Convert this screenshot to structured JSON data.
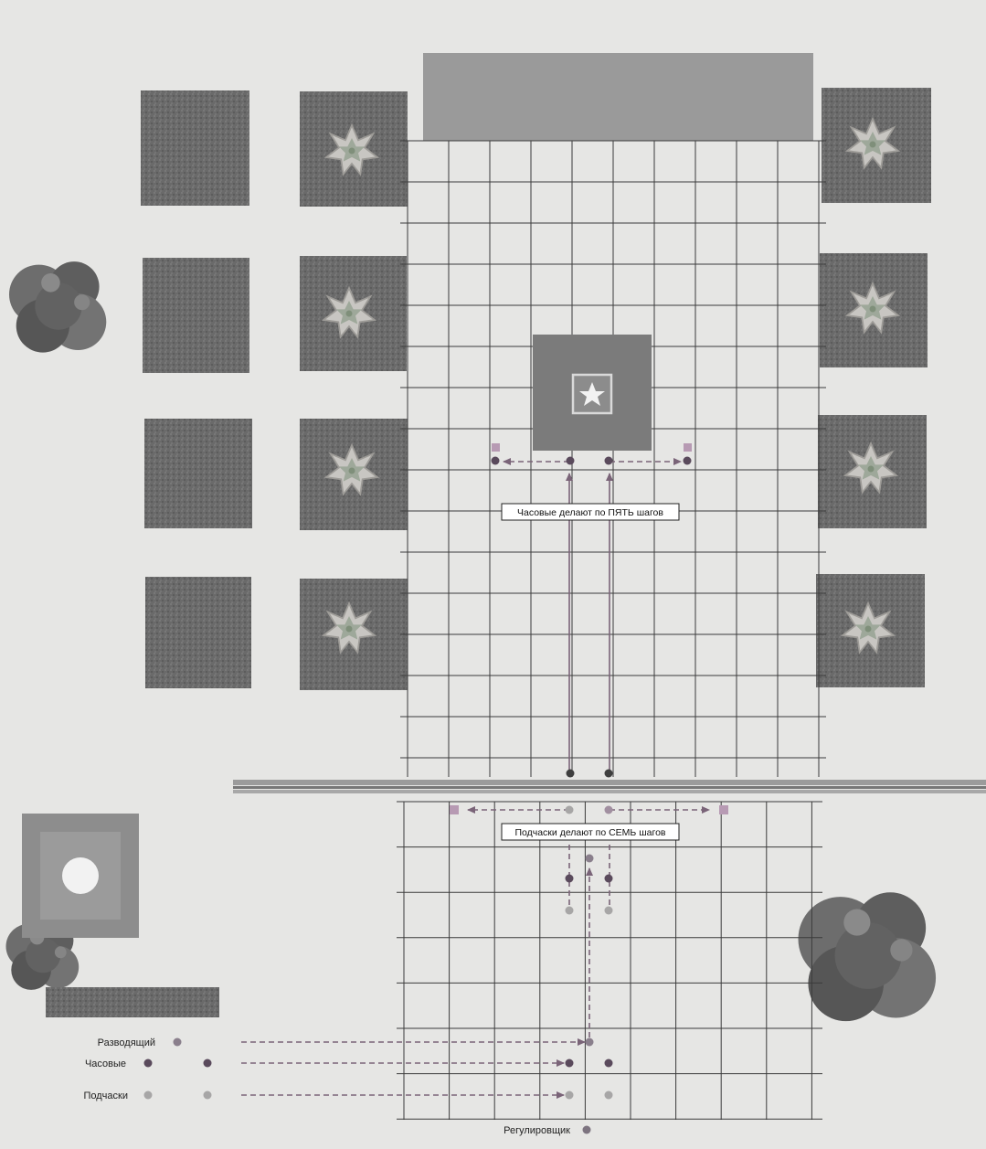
{
  "annotations": {
    "sentries_steps": "Часовые делают по ПЯТЬ шагов",
    "assistants_steps": "Подчаски делают по СЕМЬ шагов"
  },
  "legend": {
    "guard_commander": "Разводящий",
    "sentries": "Часовые",
    "assistants": "Подчаски",
    "traffic_controller": "Регулировщик"
  },
  "colors": {
    "guard_commander": "#8a7f8c",
    "sentries": "#5a4a5c",
    "assistants": "#a7a6a6",
    "traffic_controller": "#7d7480",
    "turn_marker": "#b79ab3",
    "arrow": "#7a6478",
    "grass": "#6c6c6c",
    "grid": "#3b3b3b"
  },
  "icons": {
    "monument": "star-icon",
    "flower_bed": "flower-icon",
    "tree": "tree-icon",
    "fountain": "fountain-icon"
  }
}
